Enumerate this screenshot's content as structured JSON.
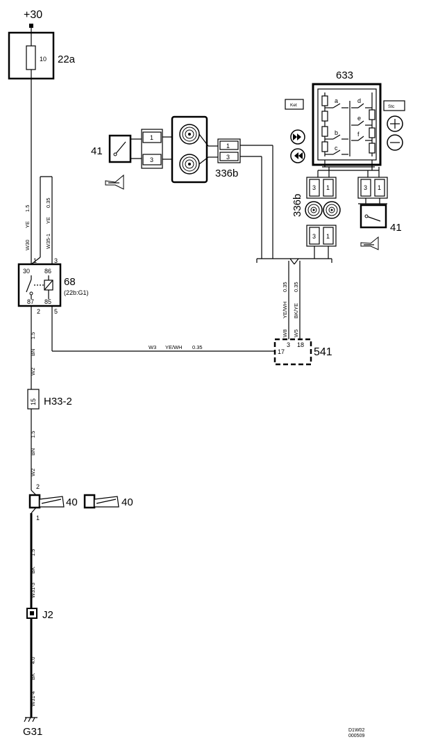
{
  "supply": {
    "label": "+30"
  },
  "fuse": {
    "id": "22a",
    "rating": "10"
  },
  "relay": {
    "id": "68",
    "location": "(22b:G1)",
    "pins": {
      "p30": "30",
      "p86": "86",
      "p87": "87",
      "p85": "85"
    },
    "conn_top": [
      "1",
      "3"
    ],
    "conn_bottom": [
      "2",
      "5"
    ]
  },
  "wires": {
    "w30": "W30",
    "w30_color": "YE",
    "w30_size": "1.5",
    "w35": "W35-1",
    "w35_color": "YE",
    "w35_size": "0.35",
    "w2a": "W2",
    "w2a_color": "BN",
    "w2a_size": "1.5",
    "w2b": "W2",
    "w2b_color": "BN",
    "w2b_size": "1.5",
    "w3": "W3",
    "w3_color": "YE/WH",
    "w3_size": "0.35",
    "w8": "W8",
    "w8_color": "YE/WH",
    "w8_size": "0.35",
    "w5": "W5",
    "w5_color": "BK/YE",
    "w5_size": "0.35",
    "w31_3": "W31-3",
    "w31_3_color": "BK",
    "w31_3_size": "1.5",
    "w31_4": "W31-4",
    "w31_4_color": "BK",
    "w31_4_size": "4.0"
  },
  "connector_h33": {
    "id": "H33-2",
    "pin": "15"
  },
  "horn": {
    "id": "40",
    "id2": "40",
    "pin_top": "2",
    "pin_bottom": "1"
  },
  "junction": {
    "id": "J2"
  },
  "ground": {
    "id": "G31"
  },
  "module_541": {
    "id": "541",
    "pins": [
      "17",
      "3",
      "18"
    ]
  },
  "switch_left": {
    "id": "41"
  },
  "connector_left": {
    "pins": [
      "1",
      "3"
    ]
  },
  "clockspring_left": {
    "id": "336b",
    "pins": [
      "1",
      "3"
    ]
  },
  "module_633": {
    "id": "633",
    "switches": [
      "a",
      "b",
      "c",
      "d",
      "e",
      "f"
    ],
    "tag_left": "Ket",
    "tag_right": "Stc"
  },
  "clockspring_right": {
    "id": "336b",
    "pins_top": [
      "3",
      "1"
    ],
    "pins_bottom": [
      "3",
      "1"
    ]
  },
  "switch_right_conn": {
    "pins": [
      "3",
      "1"
    ]
  },
  "switch_right": {
    "id": "41"
  },
  "footer": {
    "code1": "D1W02",
    "code2": "000509"
  }
}
